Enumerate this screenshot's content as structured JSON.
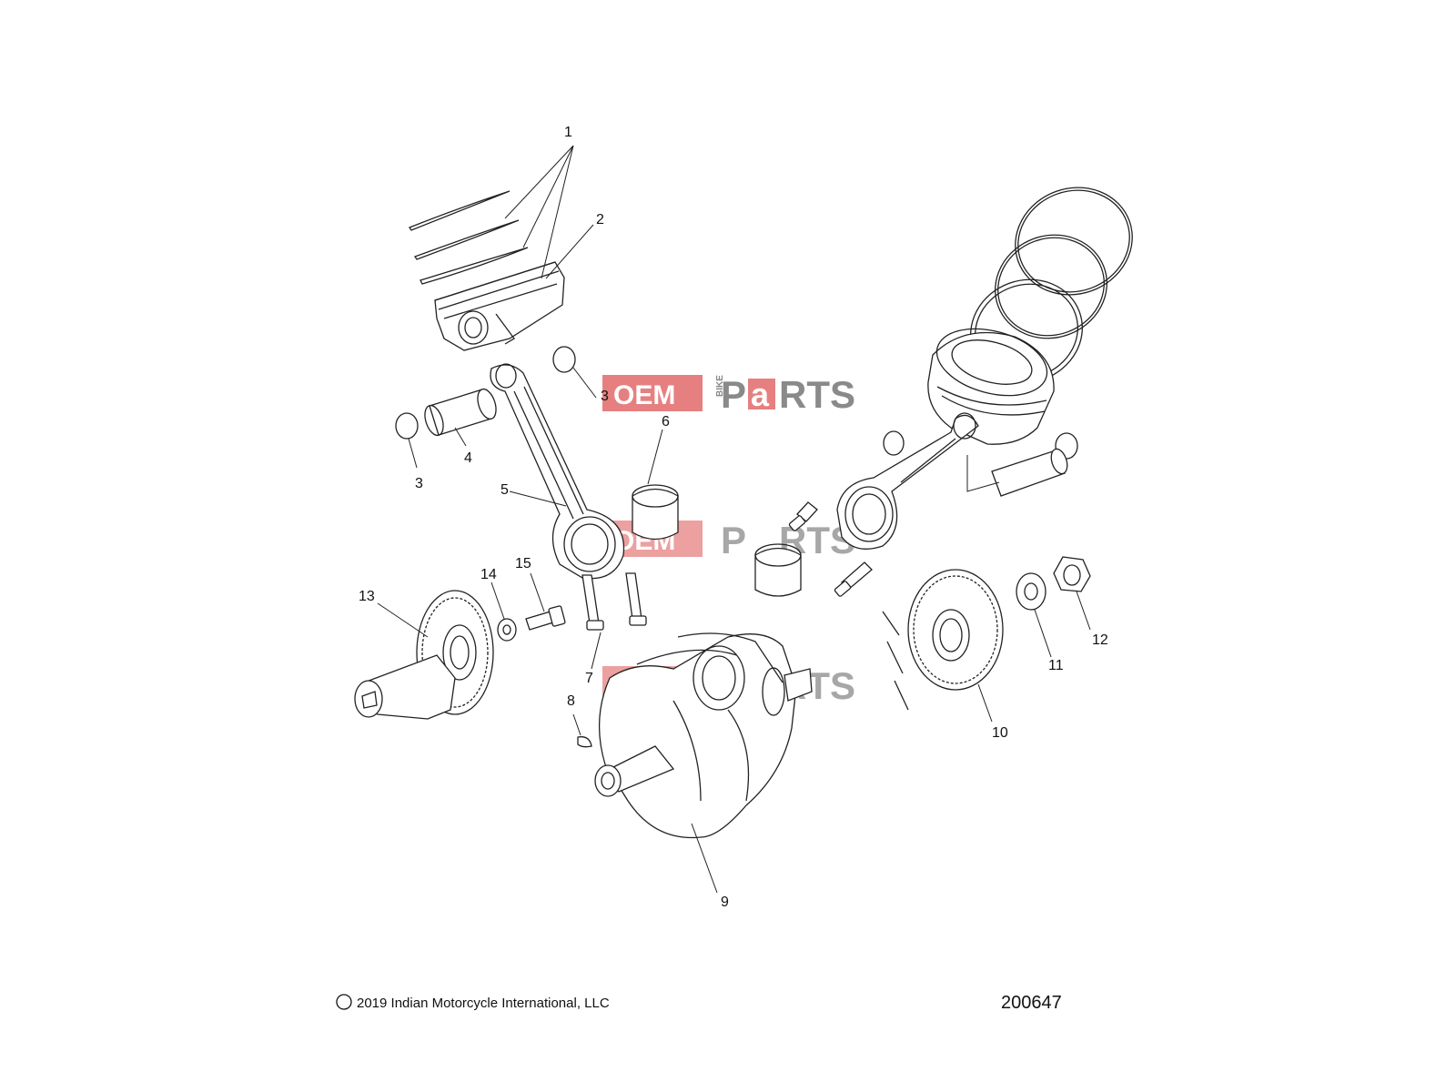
{
  "callouts": [
    {
      "id": "1",
      "label": "1"
    },
    {
      "id": "2",
      "label": "2"
    },
    {
      "id": "3a",
      "label": "3"
    },
    {
      "id": "3b",
      "label": "3"
    },
    {
      "id": "4",
      "label": "4"
    },
    {
      "id": "5",
      "label": "5"
    },
    {
      "id": "6",
      "label": "6"
    },
    {
      "id": "7",
      "label": "7"
    },
    {
      "id": "8",
      "label": "8"
    },
    {
      "id": "9",
      "label": "9"
    },
    {
      "id": "10",
      "label": "10"
    },
    {
      "id": "11",
      "label": "11"
    },
    {
      "id": "12",
      "label": "12"
    },
    {
      "id": "13",
      "label": "13"
    },
    {
      "id": "14",
      "label": "14"
    },
    {
      "id": "15",
      "label": "15"
    }
  ],
  "footer": {
    "copyright_symbol": "©",
    "copyright": "2019 Indian Motorcycle International, LLC",
    "diagram_number": "200647"
  },
  "watermark": {
    "oem": "OEM",
    "bike": "BIKE",
    "parts_p": "P",
    "parts_a": "a",
    "parts_rest": "RTS",
    "colors": {
      "red": "#e26a6a",
      "gray": "#8a8a8a",
      "white": "#ffffff"
    }
  }
}
